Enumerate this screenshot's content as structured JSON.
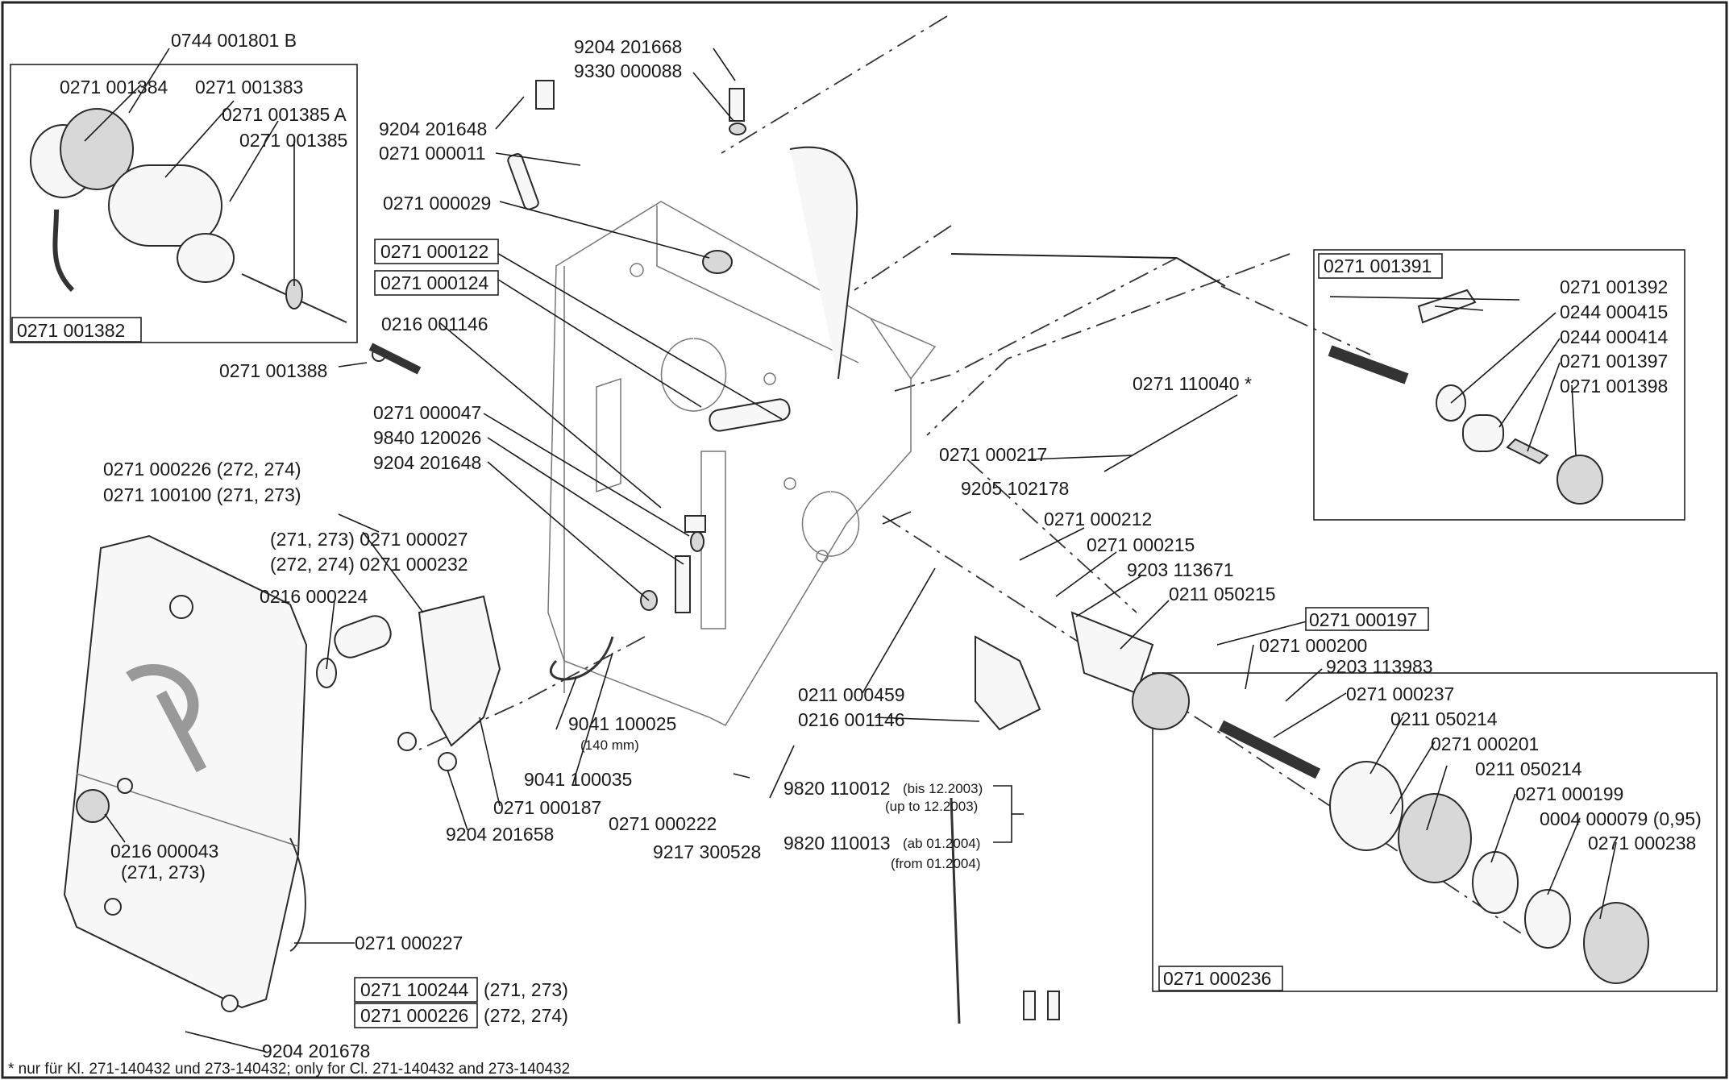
{
  "labels": {
    "l01": "0744 001801 B",
    "l02": "0271 001384",
    "l03": "0271 001383",
    "l04": "0271 001385 A",
    "l05": "0271 001385",
    "l06": "0271 001382",
    "l07": "0271 001388",
    "l08": "9204 201668",
    "l09": "9330 000088",
    "l10": "9204 201648",
    "l11": "0271 000011",
    "l12": "0271 000029",
    "l13": "0271 000122",
    "l14": "0271 000124",
    "l15": "0216 001146",
    "l16": "0271 000047",
    "l17": "9840 120026",
    "l18": "9204 201648",
    "l19": "0271 000226 (272, 274)",
    "l20": "0271 100100 (271, 273)",
    "l21": "(271, 273) 0271 000027",
    "l22": "(272, 274) 0271 000232",
    "l23": "0216 000224",
    "l24": "9041 100025",
    "l25": "(140 mm)",
    "l26": "9041 100035",
    "l27": "0271 000187",
    "l28": "9204 201658",
    "l29": "0216 000043",
    "l30": "(271, 273)",
    "l31": "0271 000227",
    "l32": "0271 100244",
    "l33": "(271, 273)",
    "l34": "0271 000226",
    "l35": "(272, 274)",
    "l36": "9204 201678",
    "l37": "0271 110040 *",
    "l38": "0271 000217",
    "l39": "9205 102178",
    "l40": "0271 000212",
    "l41": "0271 000215",
    "l42": "9203 113671",
    "l43": "0211 050215",
    "l44": "0211 000459",
    "l45": "0216 001146",
    "l46": "0271 000222",
    "l47": "9217 300528",
    "l48": "9820 110012",
    "l49": "(bis 12.2003)",
    "l50": "(up to  12.2003)",
    "l51": "9820 110013",
    "l52": "(ab 01.2004)",
    "l53": "(from 01.2004)",
    "l54": "0271 001391",
    "l55": "0271 001392",
    "l56": "0244 000415",
    "l57": "0244 000414",
    "l58": "0271 001397",
    "l59": "0271 001398",
    "l60": "0271 000197",
    "l61": "0271 000200",
    "l62": "9203 113983",
    "l63": "0271 000237",
    "l64": "0211 050214",
    "l65": "0271 000201",
    "l66": "0211 050214",
    "l67": "0271 000199",
    "l68": "0004 000079 (0,95)",
    "l69": "0271 000238",
    "l70": "0271 000236"
  },
  "footnote": "* nur für Kl. 271-140432 und 273-140432; only for Cl. 271-140432 and 273-140432"
}
